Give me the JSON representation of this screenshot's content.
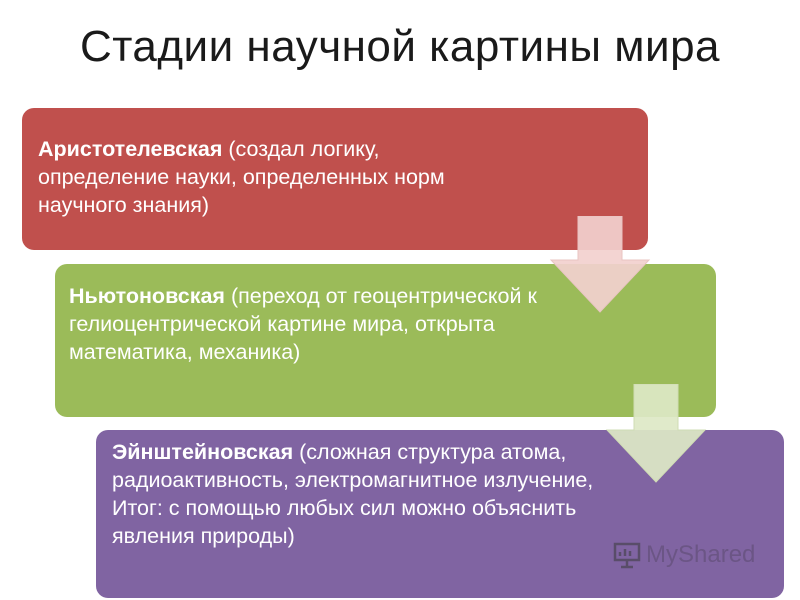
{
  "title": "Стадии научной картины мира",
  "stages": [
    {
      "name": "Аристотелевская",
      "description": " (создал логику, определение науки, определенных норм научного знания)",
      "color": "#c0504d"
    },
    {
      "name": "Ньютоновская",
      "description": " (переход от геоцентрической к гелиоцентрической картине мира, открыта математика, механика)",
      "color": "#9bbb59"
    },
    {
      "name": "Эйнштейновская",
      "description": " (сложная структура атома, радиоактивность, электромагнитное излучение,  Итог: с помощью  любых сил можно объяснить явления природы)",
      "color": "#8064a2"
    }
  ],
  "arrow_color": "#f2d0ce",
  "watermark": {
    "text": "MyShared",
    "icon": "presentation-board-icon"
  }
}
